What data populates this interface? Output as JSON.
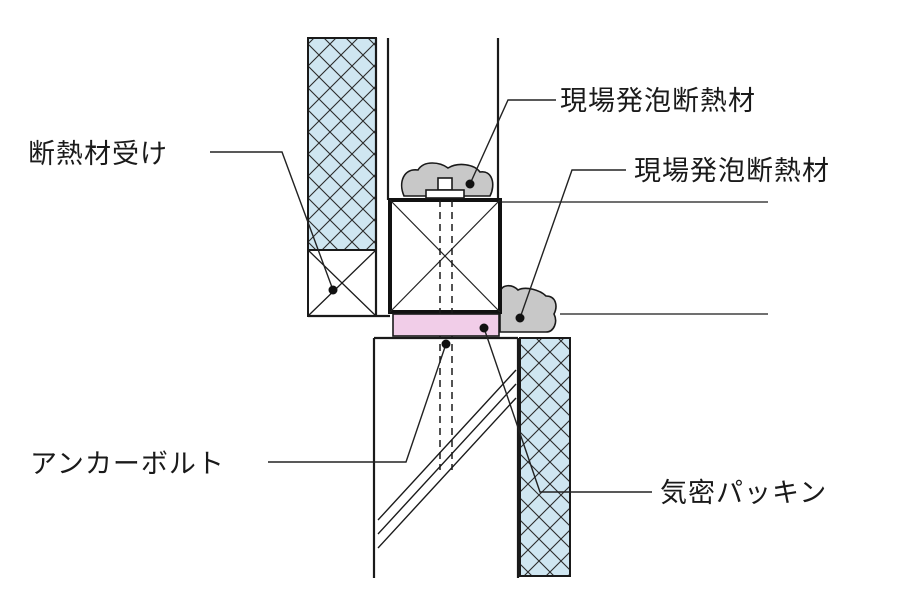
{
  "labels": {
    "insulation_holder": "断熱材受け",
    "foam_insulation_top": "現場発泡断熱材",
    "foam_insulation_right": "現場発泡断熱材",
    "anchor_bolt": "アンカーボルト",
    "airtight_packing": "気密パッキン"
  },
  "colors": {
    "insulation_fill": "#cfe6f1",
    "packing_fill": "#f1cde8",
    "foam_fill": "#c8c8c8",
    "line": "#1a1a1a"
  },
  "icons": {
    "foam": "foam-blob",
    "timber": "cross-hatched-box"
  }
}
